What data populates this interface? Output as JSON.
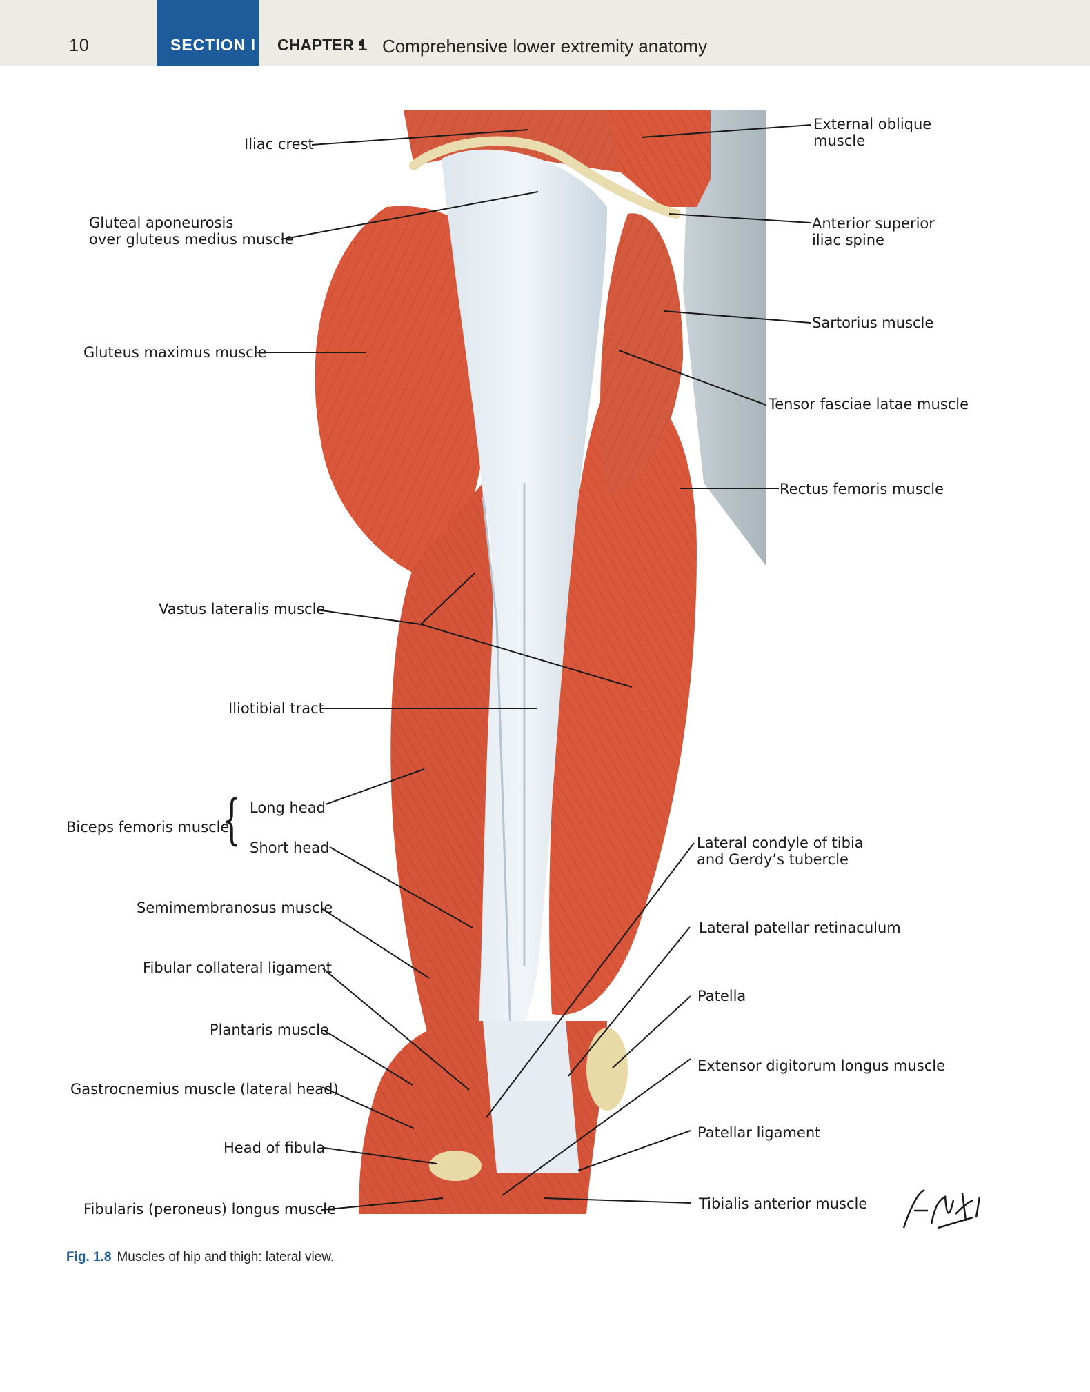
{
  "header": {
    "page_number": "10",
    "section": "SECTION  I",
    "chapter": "CHAPTER 1",
    "bullet": "•",
    "chapter_title": "Comprehensive lower extremity anatomy"
  },
  "labels": {
    "iliac_crest": "Iliac crest",
    "external_oblique_1": "External oblique",
    "external_oblique_2": "muscle",
    "gluteal_aponeurosis_1": "Gluteal aponeurosis",
    "gluteal_aponeurosis_2": "over gluteus medius muscle",
    "asis_1": "Anterior superior",
    "asis_2": "iliac spine",
    "sartorius": "Sartorius muscle",
    "gluteus_maximus": "Gluteus maximus muscle",
    "tensor_fasciae_latae": "Tensor fasciae latae muscle",
    "rectus_femoris": "Rectus femoris muscle",
    "vastus_lateralis": "Vastus lateralis muscle",
    "iliotibial_tract": "Iliotibial tract",
    "biceps_femoris": "Biceps femoris muscle",
    "long_head": "Long head",
    "short_head": "Short head",
    "lateral_condyle_1": "Lateral condyle of tibia",
    "lateral_condyle_2": "and Gerdy’s tubercle",
    "semimembranosus": "Semimembranosus muscle",
    "lateral_patellar_retinaculum": "Lateral patellar retinaculum",
    "fibular_collateral": "Fibular collateral ligament",
    "patella": "Patella",
    "plantaris": "Plantaris muscle",
    "extensor_digitorum": "Extensor digitorum longus muscle",
    "gastrocnemius": "Gastrocnemius muscle (lateral head)",
    "patellar_ligament": "Patellar ligament",
    "head_of_fibula": "Head of fibula",
    "fibularis_longus": "Fibularis (peroneus) longus muscle",
    "tibialis_anterior": "Tibialis anterior muscle"
  },
  "caption": {
    "number": "Fig. 1.8",
    "text": "Muscles of hip and thigh: lateral view."
  },
  "signature": "F. Netter M.D."
}
